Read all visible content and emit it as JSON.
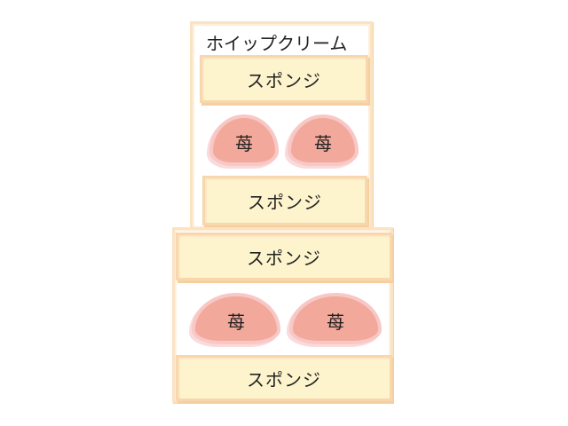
{
  "upper_tier": {
    "top_label": "ホイップクリーム",
    "layers": [
      {
        "type": "sponge",
        "label": "スポンジ"
      },
      {
        "type": "strawberries",
        "labels": [
          "苺",
          "苺"
        ]
      },
      {
        "type": "sponge",
        "label": "スポンジ"
      }
    ]
  },
  "lower_tier": {
    "layers": [
      {
        "type": "sponge",
        "label": "スポンジ"
      },
      {
        "type": "strawberries",
        "labels": [
          "苺",
          "苺"
        ]
      },
      {
        "type": "sponge",
        "label": "スポンジ"
      }
    ]
  },
  "colors": {
    "sponge": "#fdf4cd",
    "sponge_border": "#f8d7ad",
    "strawberry": "#f2a89a",
    "frame": "#fbe3c2"
  }
}
